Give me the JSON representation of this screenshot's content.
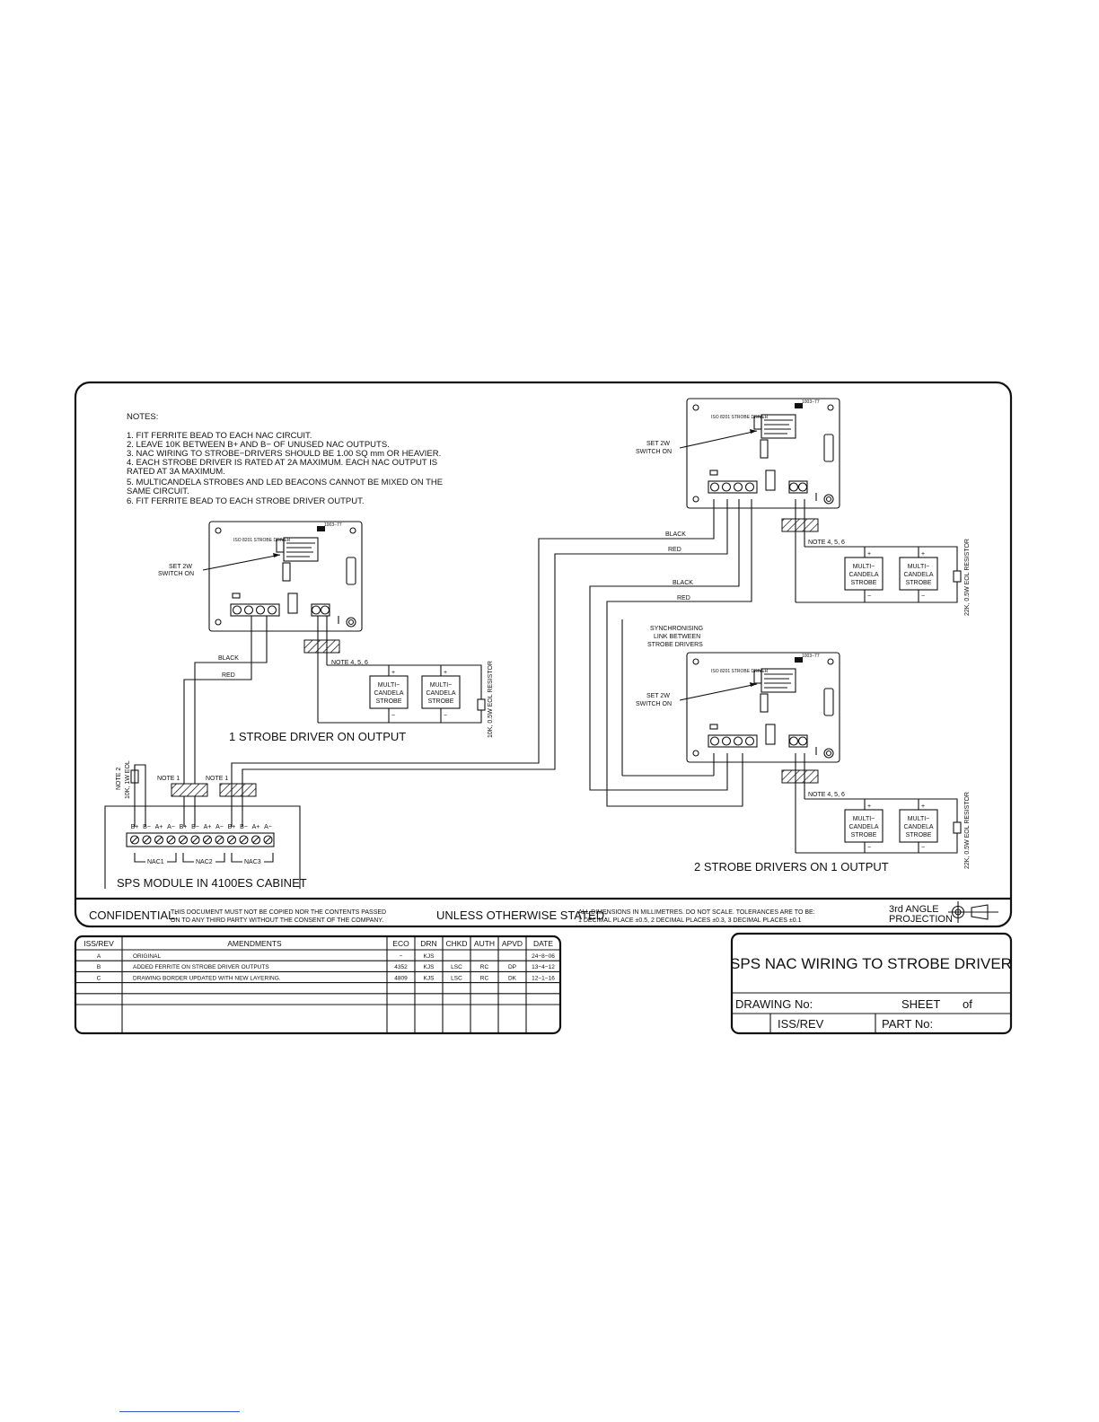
{
  "notes": {
    "heading": "NOTES:",
    "items": [
      "1.  FIT FERRITE BEAD TO EACH NAC CIRCUIT.",
      "2.  LEAVE 10K BETWEEN B+ AND B− OF UNUSED NAC OUTPUTS.",
      "3.  NAC WIRING TO STROBE−DRIVERS SHOULD BE 1.00 SQ mm OR HEAVIER.",
      "4.  EACH STROBE DRIVER IS RATED AT 2A MAXIMUM. EACH NAC OUTPUT IS",
      "     RATED AT 3A MAXIMUM.",
      "5.  MULTICANDELA STROBES AND LED BEACONS CANNOT BE MIXED ON THE",
      "     SAME CIRCUIT.",
      "6.  FIT FERRITE BEAD TO EACH STROBE DRIVER OUTPUT."
    ]
  },
  "board": {
    "title": "ISO 8201 STROBE DRIVER",
    "code": "1003−77",
    "set_switch_line1": "SET 2W",
    "set_switch_line2": "SWITCH ON"
  },
  "wires": {
    "black": "BLACK",
    "red": "RED"
  },
  "strobe": {
    "line1": "MULTI−",
    "line2": "CANDELA",
    "line3": "STROBE",
    "plus": "+",
    "minus": "−"
  },
  "note_456": "NOTE 4, 5, 6",
  "note_1": "NOTE 1",
  "note_2": "NOTE 2",
  "eol_10k_1w": "10K, 1W EOL",
  "resistor_10k": "10K, 0.5W EOL RESISTOR",
  "resistor_22k": "22K, 0.5W EOL RESISTOR",
  "sync_link": [
    "SYNCHRONISING",
    "LINK BETWEEN",
    "STROBE DRIVERS"
  ],
  "caption_single": "1 STROBE DRIVER ON OUTPUT",
  "caption_double": "2 STROBE DRIVERS ON 1 OUTPUT",
  "sps": {
    "terminals": [
      "B+",
      "B−",
      "A+",
      "A−",
      "B+",
      "B−",
      "A+",
      "A−",
      "B+",
      "B−",
      "A+",
      "A−"
    ],
    "groups": [
      "NAC1",
      "NAC2",
      "NAC3"
    ],
    "label": "SPS MODULE IN 4100ES CABINET"
  },
  "footer": {
    "confidential_label": "CONFIDENTIAL:",
    "confidential_text1": "THIS DOCUMENT MUST NOT BE COPIED NOR THE CONTENTS PASSED",
    "confidential_text2": "ON TO ANY THIRD PARTY WITHOUT THE CONSENT OF THE COMPANY.",
    "unless": "UNLESS OTHERWISE STATED:",
    "dims1": "ALL DIMENSIONS IN MILLIMETRES. DO NOT SCALE. TOLERANCES ARE TO BE:",
    "dims2": "1 DECIMAL PLACE ±0.5, 2 DECIMAL PLACES ±0.3, 3 DECIMAL PLACES ±0.1",
    "projection1": "3rd ANGLE",
    "projection2": "PROJECTION"
  },
  "amendments": {
    "headers": [
      "ISS/REV",
      "AMENDMENTS",
      "ECO",
      "DRN",
      "CHKD",
      "AUTH",
      "APVD",
      "DATE"
    ],
    "rows": [
      [
        "A",
        "ORIGINAL",
        "−",
        "KJS",
        "",
        "",
        "",
        "24−8−06"
      ],
      [
        "B",
        "ADDED FERRITE ON STROBE DRIVER OUTPUTS",
        "4352",
        "KJS",
        "LSC",
        "RC",
        "DP",
        "13−4−12"
      ],
      [
        "C",
        "DRAWING BORDER UPDATED WITH NEW LAYERING.",
        "4809",
        "KJS",
        "LSC",
        "RC",
        "DK",
        "12−1−16"
      ],
      [
        "",
        "",
        "",
        "",
        "",
        "",
        "",
        ""
      ],
      [
        "",
        "",
        "",
        "",
        "",
        "",
        "",
        ""
      ],
      [
        "",
        "",
        "",
        "",
        "",
        "",
        "",
        ""
      ]
    ]
  },
  "titleblock": {
    "title": "SPS NAC WIRING TO STROBE DRIVER",
    "drawing_no": "DRAWING No:",
    "sheet": "SHEET",
    "of": "of",
    "iss_rev": "ISS/REV",
    "part_no": "PART No:"
  }
}
